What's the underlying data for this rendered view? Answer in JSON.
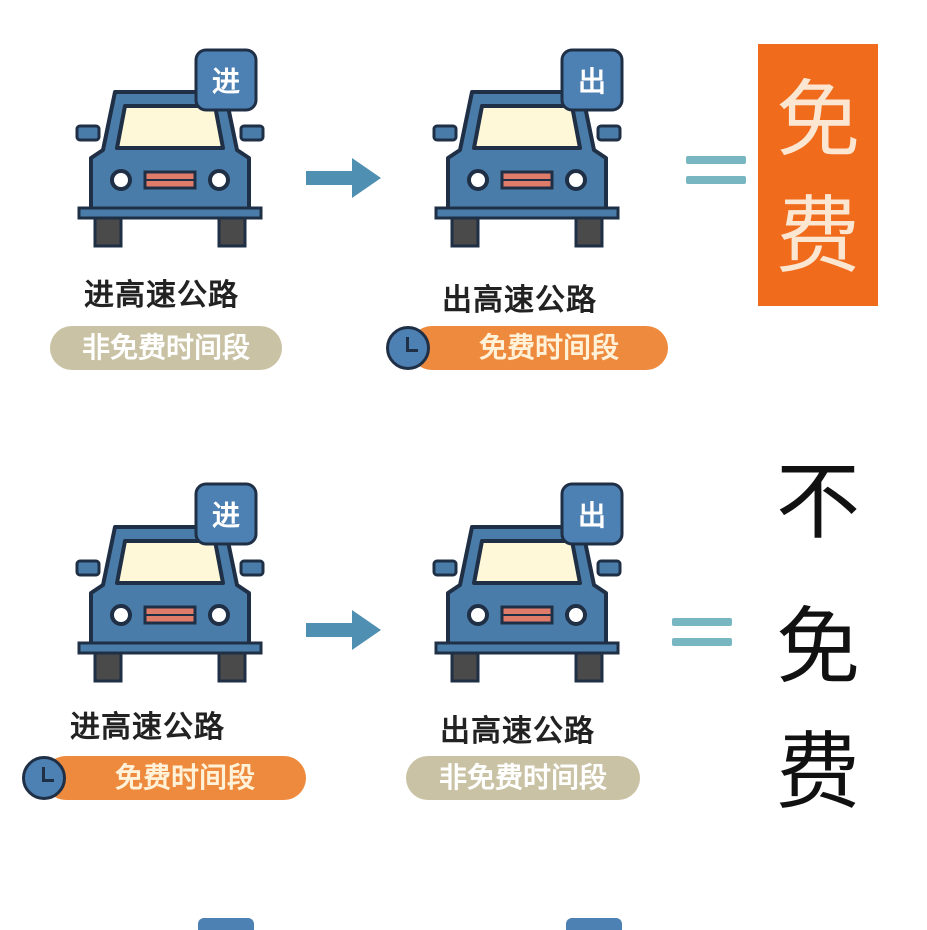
{
  "rows": [
    {
      "entry": {
        "tag": "进",
        "caption": "进高速公路",
        "period": "非免费时间段",
        "period_style": "gray",
        "clock": false
      },
      "exit": {
        "tag": "出",
        "caption": "出高速公路",
        "period": "免费时间段",
        "period_style": "orange",
        "clock": true
      },
      "result": {
        "chars": [
          "免",
          "费"
        ],
        "style": "highlight"
      }
    },
    {
      "entry": {
        "tag": "进",
        "caption": "进高速公路",
        "period": "免费时间段",
        "period_style": "orange",
        "clock": true
      },
      "exit": {
        "tag": "出",
        "caption": "出高速公路",
        "period": "非免费时间段",
        "period_style": "gray",
        "clock": false
      },
      "result": {
        "chars": [
          "不",
          "免",
          "费"
        ],
        "style": "plain"
      }
    }
  ],
  "colors": {
    "car_body": "#4a7ca9",
    "car_outline": "#1f2f45",
    "windshield": "#fff8d8",
    "tag_bg": "#4d80b3",
    "arrow": "#4f8fb1",
    "equals": "#78b6c2",
    "free_pill": "#ee8a3d",
    "nonfree_pill": "#c9c2a4",
    "result_highlight": "#f06c1c"
  },
  "icons": [
    "car-icon",
    "arrow-right-icon",
    "equals-icon",
    "clock-icon"
  ]
}
